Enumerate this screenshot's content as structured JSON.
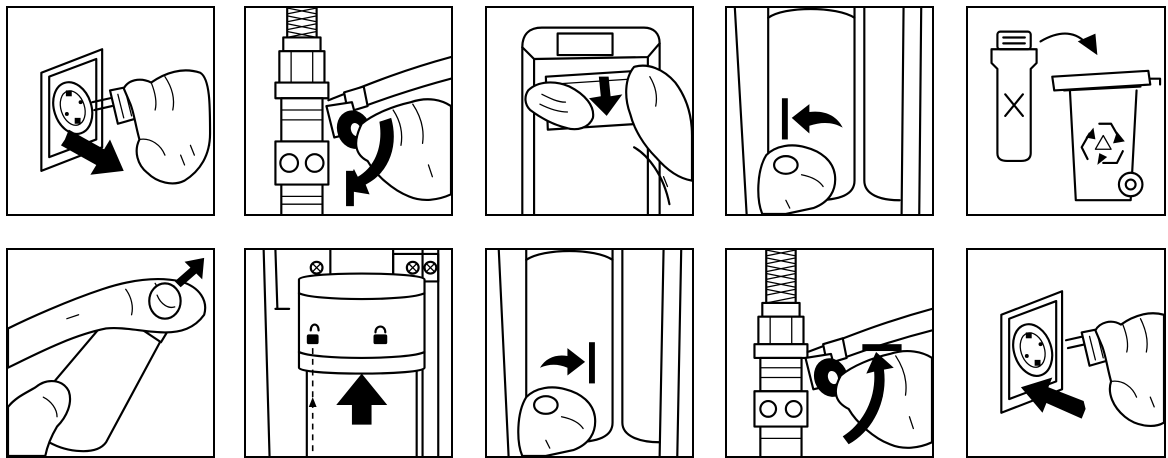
{
  "steps": [
    {
      "name": "unplug-power",
      "icons": [
        "wall-socket-icon",
        "plug-icon",
        "hand-icon",
        "pull-arrow-icon"
      ]
    },
    {
      "name": "close-water-valve",
      "icons": [
        "braided-hose-icon",
        "valve-icon",
        "hand-icon",
        "rotate-arrow-icon"
      ]
    },
    {
      "name": "remove-cover",
      "icons": [
        "unit-housing-icon",
        "cover-panel-icon",
        "hand-icon",
        "down-arrow-icon"
      ]
    },
    {
      "name": "unlock-filter",
      "icons": [
        "filter-cartridge-icon",
        "hand-icon",
        "rotate-left-arrow-icon"
      ]
    },
    {
      "name": "dispose-filter",
      "icons": [
        "old-filter-icon",
        "cross-mark-icon",
        "recycle-bin-icon",
        "recycle-symbol-icon",
        "curved-arrow-icon"
      ]
    },
    {
      "name": "remove-filter-cap",
      "icons": [
        "new-filter-icon",
        "cap-icon",
        "hand-icon",
        "up-arrow-icon"
      ]
    },
    {
      "name": "insert-filter",
      "icons": [
        "filter-head-icon",
        "unlock-icon",
        "lock-icon",
        "up-arrow-icon"
      ]
    },
    {
      "name": "lock-filter",
      "icons": [
        "filter-cartridge-icon",
        "hand-icon",
        "rotate-right-arrow-icon"
      ]
    },
    {
      "name": "open-water-valve",
      "icons": [
        "braided-hose-icon",
        "valve-icon",
        "hand-icon",
        "rotate-arrow-icon"
      ]
    },
    {
      "name": "plug-in-power",
      "icons": [
        "wall-socket-icon",
        "plug-icon",
        "hand-icon",
        "push-arrow-icon"
      ]
    }
  ]
}
